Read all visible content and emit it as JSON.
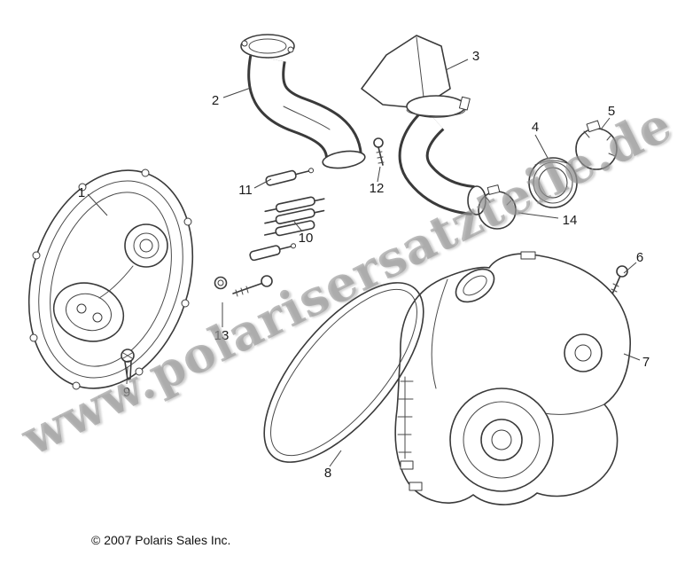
{
  "watermark": {
    "text": "www.polarisersatzteile.de"
  },
  "copyright": {
    "text": "© 2007 Polaris Sales Inc."
  },
  "callouts": [
    {
      "label": "1"
    },
    {
      "label": "2"
    },
    {
      "label": "3"
    },
    {
      "label": "4"
    },
    {
      "label": "5"
    },
    {
      "label": "6"
    },
    {
      "label": "7"
    },
    {
      "label": "8"
    },
    {
      "label": "9"
    },
    {
      "label": "10"
    },
    {
      "label": "11"
    },
    {
      "label": "12"
    },
    {
      "label": "13"
    },
    {
      "label": "14"
    }
  ]
}
